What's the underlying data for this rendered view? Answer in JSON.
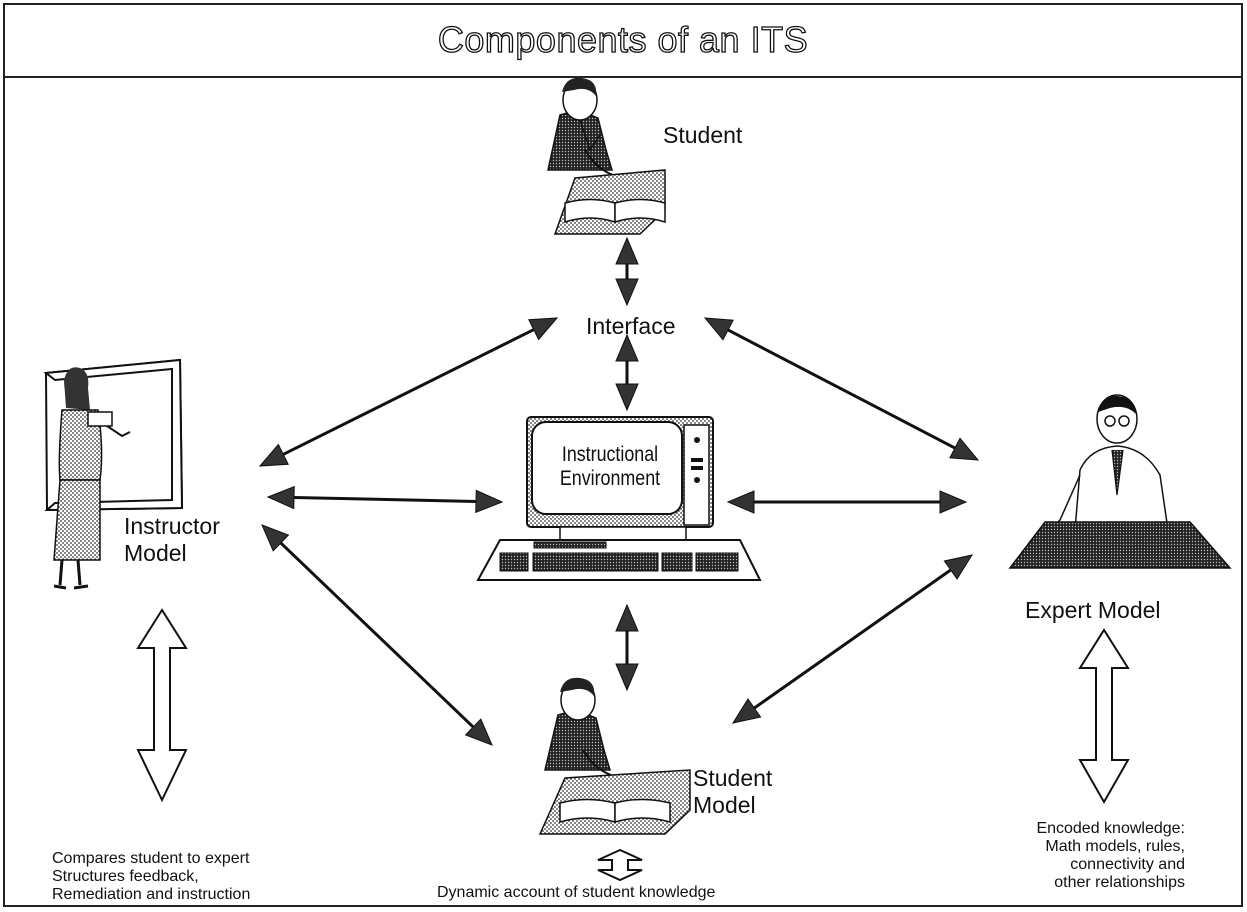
{
  "title": "Components of an ITS",
  "nodes": {
    "student": "Student",
    "interface": "Interface",
    "instructional_environment_line1": "Instructional",
    "instructional_environment_line2": "Environment",
    "instructor_model_line1": "Instructor",
    "instructor_model_line2": "Model",
    "expert_model": "Expert Model",
    "student_model_line1": "Student",
    "student_model_line2": "Model"
  },
  "notes": {
    "instructor_line1": "Compares student to expert",
    "instructor_line2": "Structures feedback,",
    "instructor_line3": "Remediation and instruction",
    "student_model": "Dynamic account of student knowledge",
    "expert_line1": "Encoded knowledge:",
    "expert_line2": "Math models, rules,",
    "expert_line3": "connectivity and",
    "expert_line4": "other relationships"
  },
  "icons": [
    "student-figure-icon",
    "computer-icon",
    "teacher-figure-icon",
    "expert-figure-icon",
    "student-model-figure-icon"
  ]
}
